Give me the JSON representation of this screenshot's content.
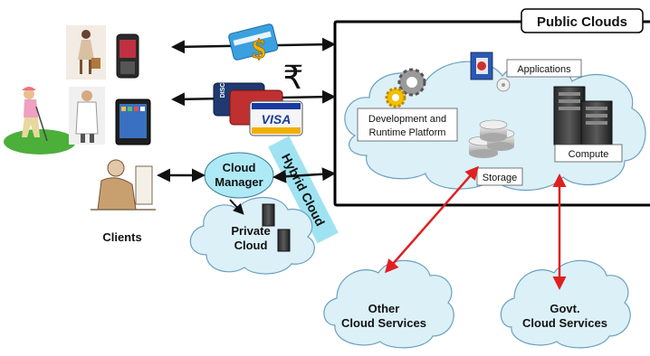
{
  "public_clouds": {
    "title": "Public Clouds"
  },
  "services": {
    "applications": "Applications",
    "dev_runtime_line1": "Development and",
    "dev_runtime_line2": "Runtime Platform",
    "storage": "Storage",
    "compute": "Compute"
  },
  "cloud_manager": {
    "line1": "Cloud",
    "line2": "Manager"
  },
  "private_cloud": {
    "line1": "Private",
    "line2": "Cloud"
  },
  "hybrid_cloud": {
    "label": "Hybrid Cloud"
  },
  "clients": {
    "label": "Clients"
  },
  "other_cloud": {
    "line1": "Other",
    "line2": "Cloud Services"
  },
  "govt_cloud": {
    "line1": "Govt.",
    "line2": "Cloud Services"
  },
  "payment": {
    "rupee_symbol": "₹",
    "dollar_symbol": "$",
    "visa": "VISA",
    "discover": "DISCOVER"
  },
  "colors": {
    "cloud_fill": "#dcf0f8",
    "cloud_stroke": "#5a8fb0",
    "hybrid_band": "#9fe3f2",
    "red_arrow": "#e02020",
    "black_arrow": "#111111",
    "grass": "#4caf3a"
  }
}
